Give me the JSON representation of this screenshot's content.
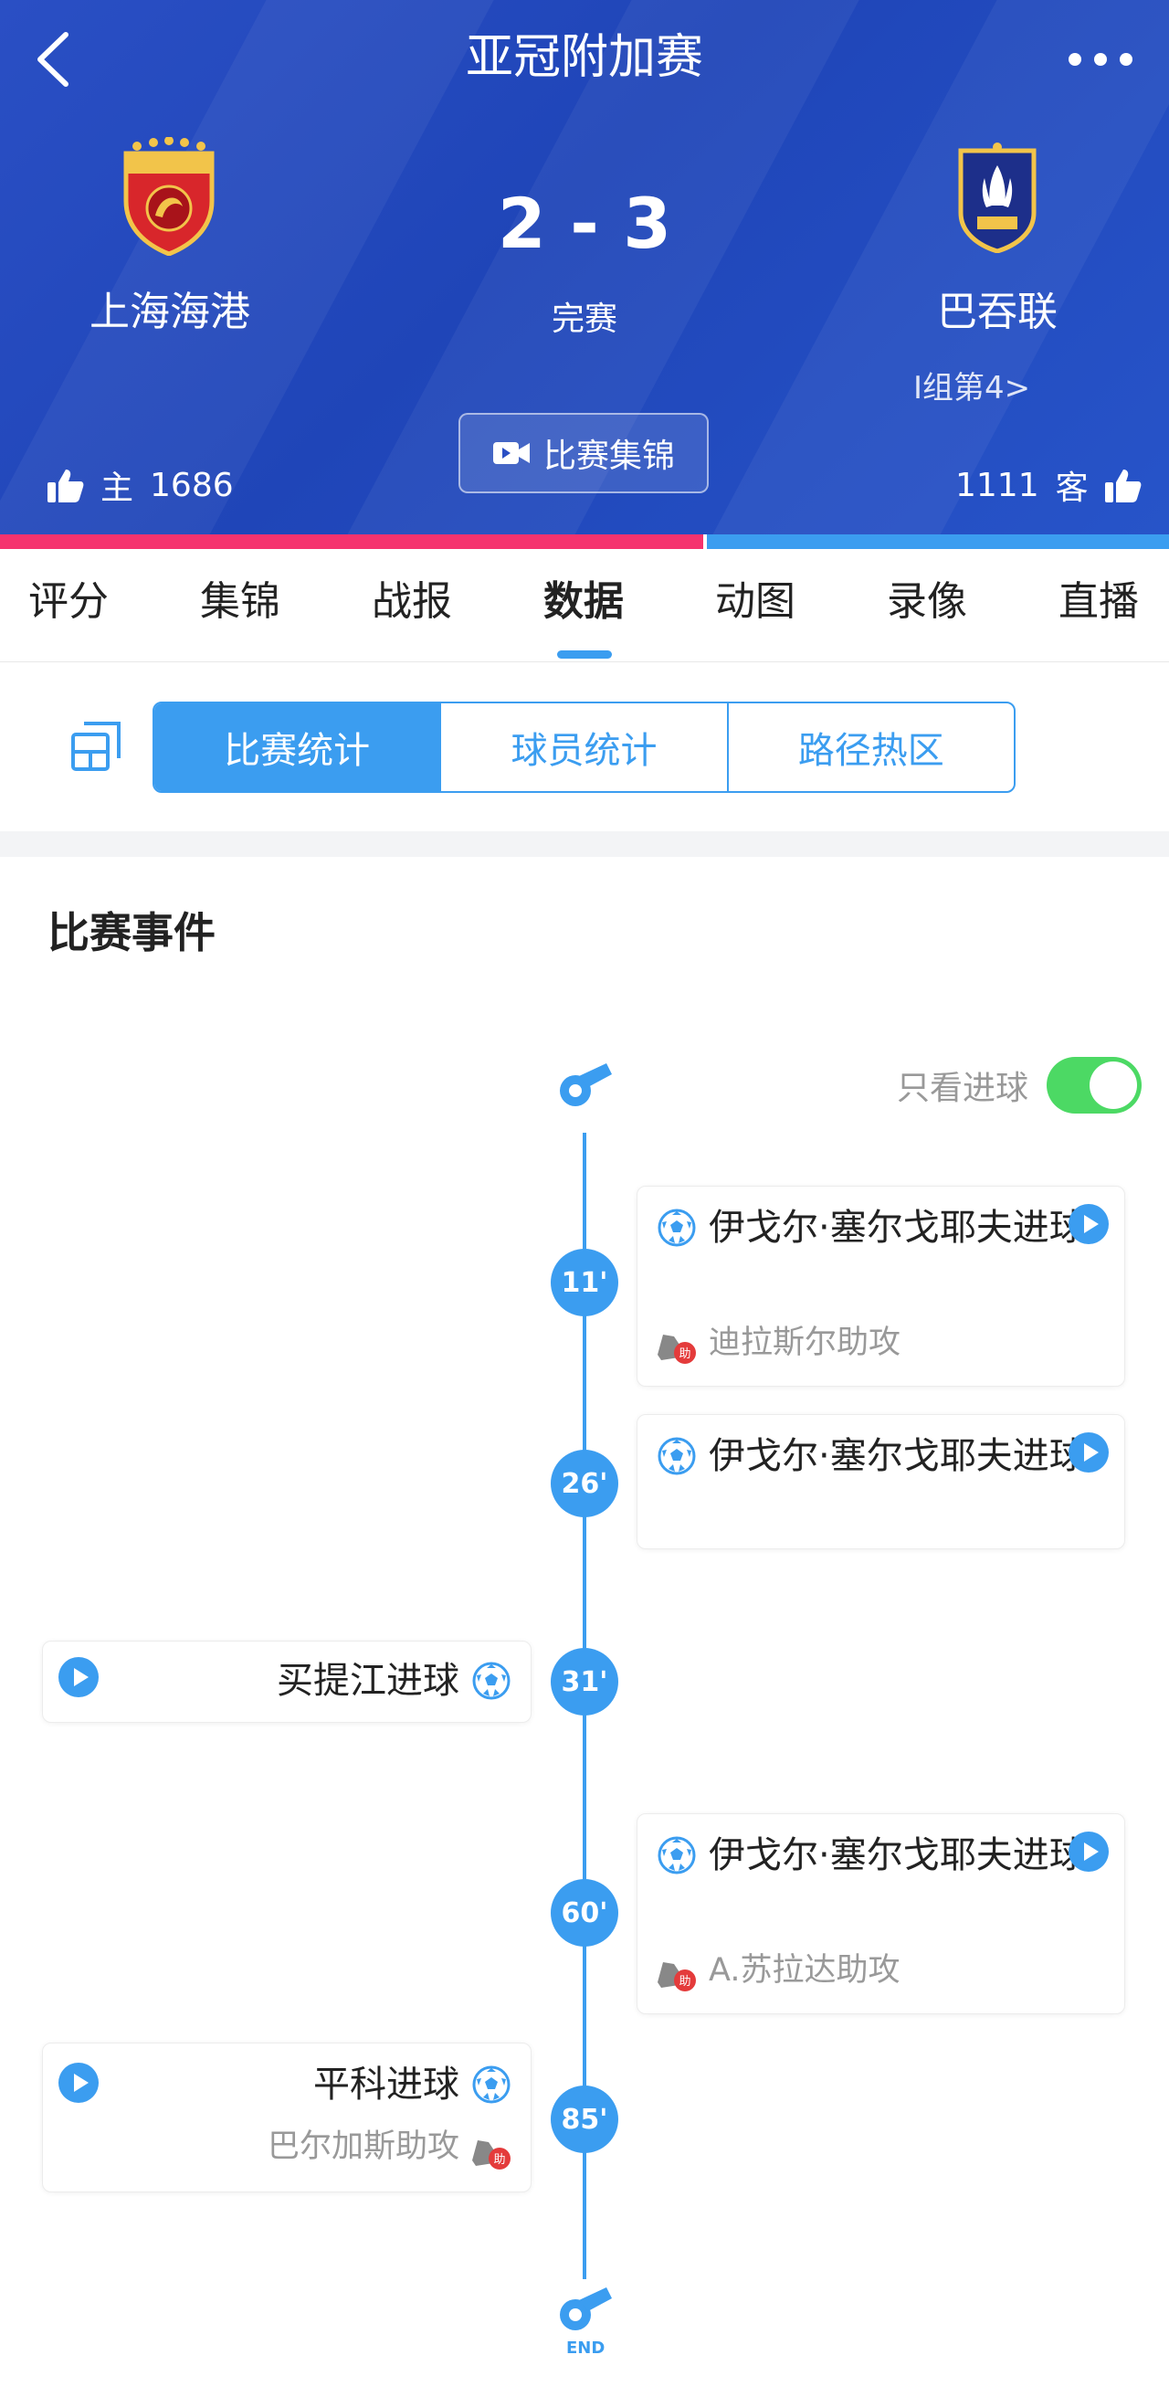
{
  "header": {
    "title": "亚冠附加赛",
    "home": {
      "name": "上海海港",
      "likes": "1686",
      "side_label": "主"
    },
    "away": {
      "name": "巴吞联",
      "likes": "1111",
      "side_label": "客",
      "group_link": "I组第4>"
    },
    "score": "2 - 3",
    "status": "完赛",
    "highlight_button": "比赛集锦"
  },
  "tabs": [
    {
      "label": "评分"
    },
    {
      "label": "集锦"
    },
    {
      "label": "战报"
    },
    {
      "label": "数据",
      "active": true
    },
    {
      "label": "动图"
    },
    {
      "label": "录像"
    },
    {
      "label": "直播"
    }
  ],
  "segments": [
    {
      "label": "比赛统计",
      "active": true
    },
    {
      "label": "球员统计"
    },
    {
      "label": "路径热区"
    }
  ],
  "events": {
    "section_title": "比赛事件",
    "goal_filter_label": "只看进球",
    "goal_filter_on": true,
    "end_label": "END",
    "items": [
      {
        "minute": "11'",
        "side": "away",
        "player": "伊戈尔·塞尔戈耶夫进球",
        "assist": "迪拉斯尔助攻"
      },
      {
        "minute": "26'",
        "side": "away",
        "player": "伊戈尔·塞尔戈耶夫进球"
      },
      {
        "minute": "31'",
        "side": "home",
        "player": "买提江进球"
      },
      {
        "minute": "60'",
        "side": "away",
        "player": "伊戈尔·塞尔戈耶夫进球",
        "assist": "A.苏拉达助攻"
      },
      {
        "minute": "85'",
        "side": "home",
        "player": "平科进球",
        "assist": "巴尔加斯助攻"
      }
    ],
    "assist_badge": "助"
  },
  "colors": {
    "header_blue": "#2349bf",
    "accent_blue": "#3b9df0",
    "home_bar": "#f5336e",
    "toggle_green": "#4cd964"
  }
}
